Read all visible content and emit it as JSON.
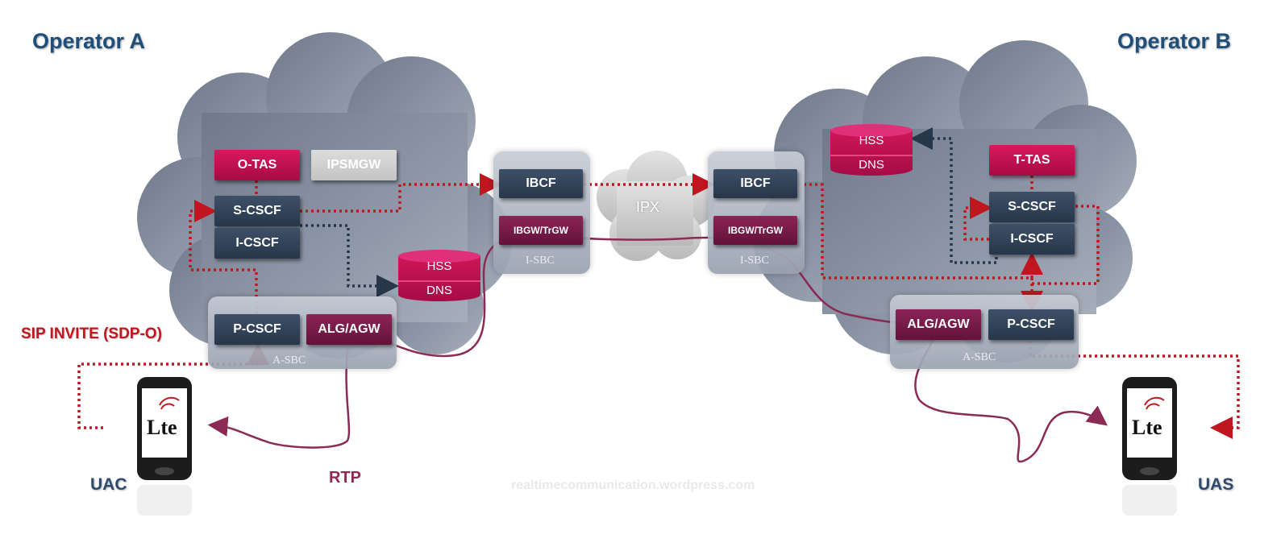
{
  "labels": {
    "operator_a": "Operator A",
    "operator_b": "Operator B",
    "uac": "UAC",
    "uas": "UAS",
    "sip_invite": "SIP INVITE (SDP-O)",
    "rtp": "RTP",
    "ipx": "IPX",
    "watermark": "realtimecommunication.wordpress.com"
  },
  "operator_a": {
    "o_tas": "O-TAS",
    "ipsmgw": "IPSMGW",
    "s_cscf": "S-CSCF",
    "i_cscf": "I-CSCF",
    "hss": "HSS",
    "dns": "DNS",
    "p_cscf": "P-CSCF",
    "alg_agw": "ALG/AGW",
    "a_sbc": "A-SBC",
    "ibcf": "IBCF",
    "ibgw": "IBGW/TrGW",
    "i_sbc": "I-SBC"
  },
  "operator_b": {
    "ibcf": "IBCF",
    "ibgw": "IBGW/TrGW",
    "i_sbc": "I-SBC",
    "hss": "HSS",
    "dns": "DNS",
    "t_tas": "T-TAS",
    "s_cscf": "S-CSCF",
    "i_cscf": "I-CSCF",
    "alg_agw": "ALG/AGW",
    "p_cscf": "P-CSCF",
    "a_sbc": "A-SBC"
  },
  "phone": {
    "logo": "Lte"
  },
  "colors": {
    "cloud": "#8e97a6",
    "node_dark": "#2e3d52",
    "node_red": "#c5104f",
    "node_maroon": "#7a1c4a",
    "sip_path": "#c0161f",
    "diameter_path": "#27364a",
    "rtp_path": "#8b2b55",
    "operator_text": "#1f4e79"
  }
}
